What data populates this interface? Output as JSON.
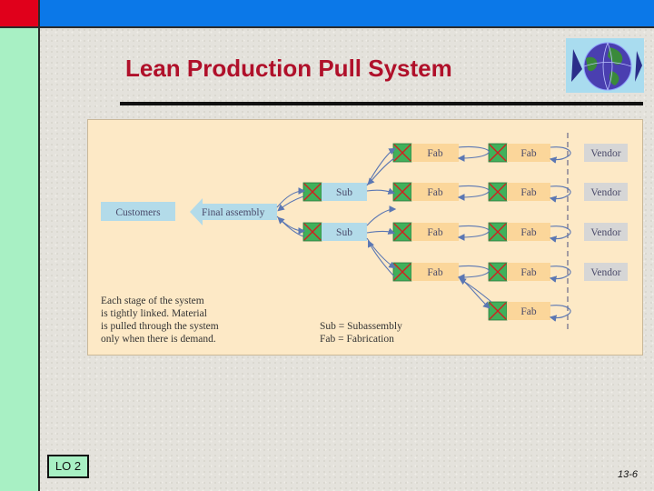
{
  "title": "Lean Production Pull System",
  "diagram": {
    "customers": "Customers",
    "final_assembly": "Final assembly",
    "sub": "Sub",
    "fab": "Fab",
    "vendor": "Vendor",
    "caption_lines": [
      "Each stage of the system",
      "is tightly linked. Material",
      "is pulled through the system",
      "only when there is demand."
    ],
    "legend_lines": [
      "Sub = Subassembly",
      "Fab = Fabrication"
    ]
  },
  "lo_badge": "LO 2",
  "page_number": "13-6",
  "colors": {
    "title": "#b0102a",
    "top_bar": "#0b78e8",
    "left_bar": "#a8f0c4",
    "corner": "#e0001b",
    "panel": "#fde9c6",
    "box_blue": "#b3dbe9",
    "box_fab": "#fbd69a",
    "box_green": "#40b05a",
    "box_vendor": "#d6d6d6"
  }
}
